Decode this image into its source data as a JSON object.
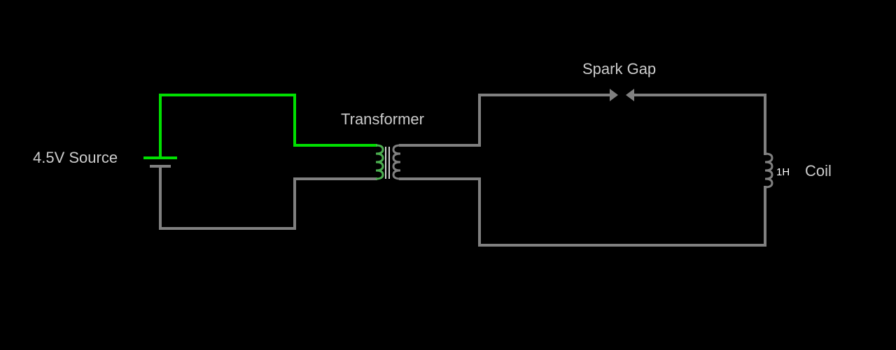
{
  "colors": {
    "background": "#000000",
    "wire_inactive": "#808080",
    "wire_active": "#00e000",
    "label_text": "#cccccc",
    "value_text": "#ffffff"
  },
  "components": {
    "source": {
      "label": "4.5V Source"
    },
    "transformer": {
      "label": "Transformer"
    },
    "spark_gap": {
      "label": "Spark Gap"
    },
    "coil": {
      "label": "Coil",
      "value": "1H"
    }
  }
}
